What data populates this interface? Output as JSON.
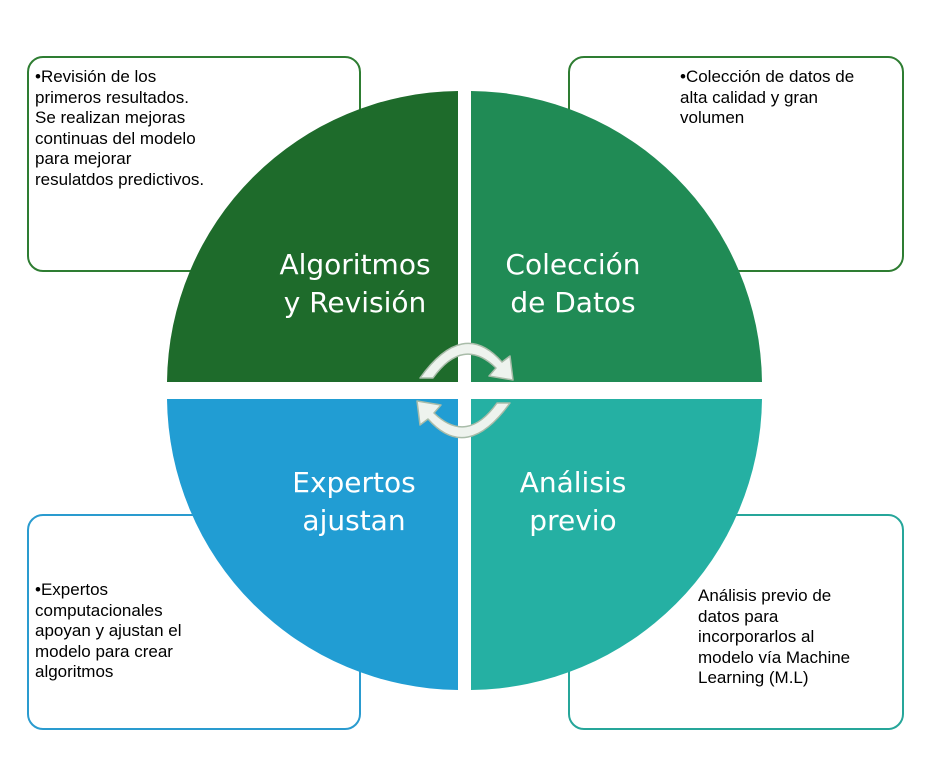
{
  "colors": {
    "quadrant_top_left": "#1E6B2B",
    "quadrant_top_right": "#208B55",
    "quadrant_bottom_left": "#219DD3",
    "quadrant_bottom_right": "#25B0A3",
    "box_border_green": "#2E7D32",
    "box_border_blue": "#2A9BCF",
    "box_border_teal": "#26A69A",
    "arrow_fill": "#EEF3EE",
    "arrow_stroke": "#A9BCA9"
  },
  "quadrants": {
    "top_left": {
      "line1": "Algoritmos",
      "line2": "y Revisión"
    },
    "top_right": {
      "line1": "Colección",
      "line2": "de Datos"
    },
    "bottom_left": {
      "line1": "Expertos",
      "line2": "ajustan"
    },
    "bottom_right": {
      "line1": "Análisis",
      "line2": "previo"
    }
  },
  "notes": {
    "top_left": "•Revisión de los\nprimeros resultados.\nSe realizan mejoras\ncontinuas del modelo\npara mejorar\nresulatdos predictivos.",
    "top_right": "•Colección de datos de\nalta calidad y gran\nvolumen",
    "bottom_left": "•Expertos\ncomputacionales\napoyan y ajustan el\nmodelo para crear\nalgoritmos",
    "bottom_right": " Análisis previo de\ndatos para\nincorporarlos al\nmodelo vía Machine\nLearning (M.L)"
  },
  "icons": {
    "top_cycle_arrow": "curved-arrow-clockwise",
    "bottom_cycle_arrow": "curved-arrow-counterclockwise"
  }
}
